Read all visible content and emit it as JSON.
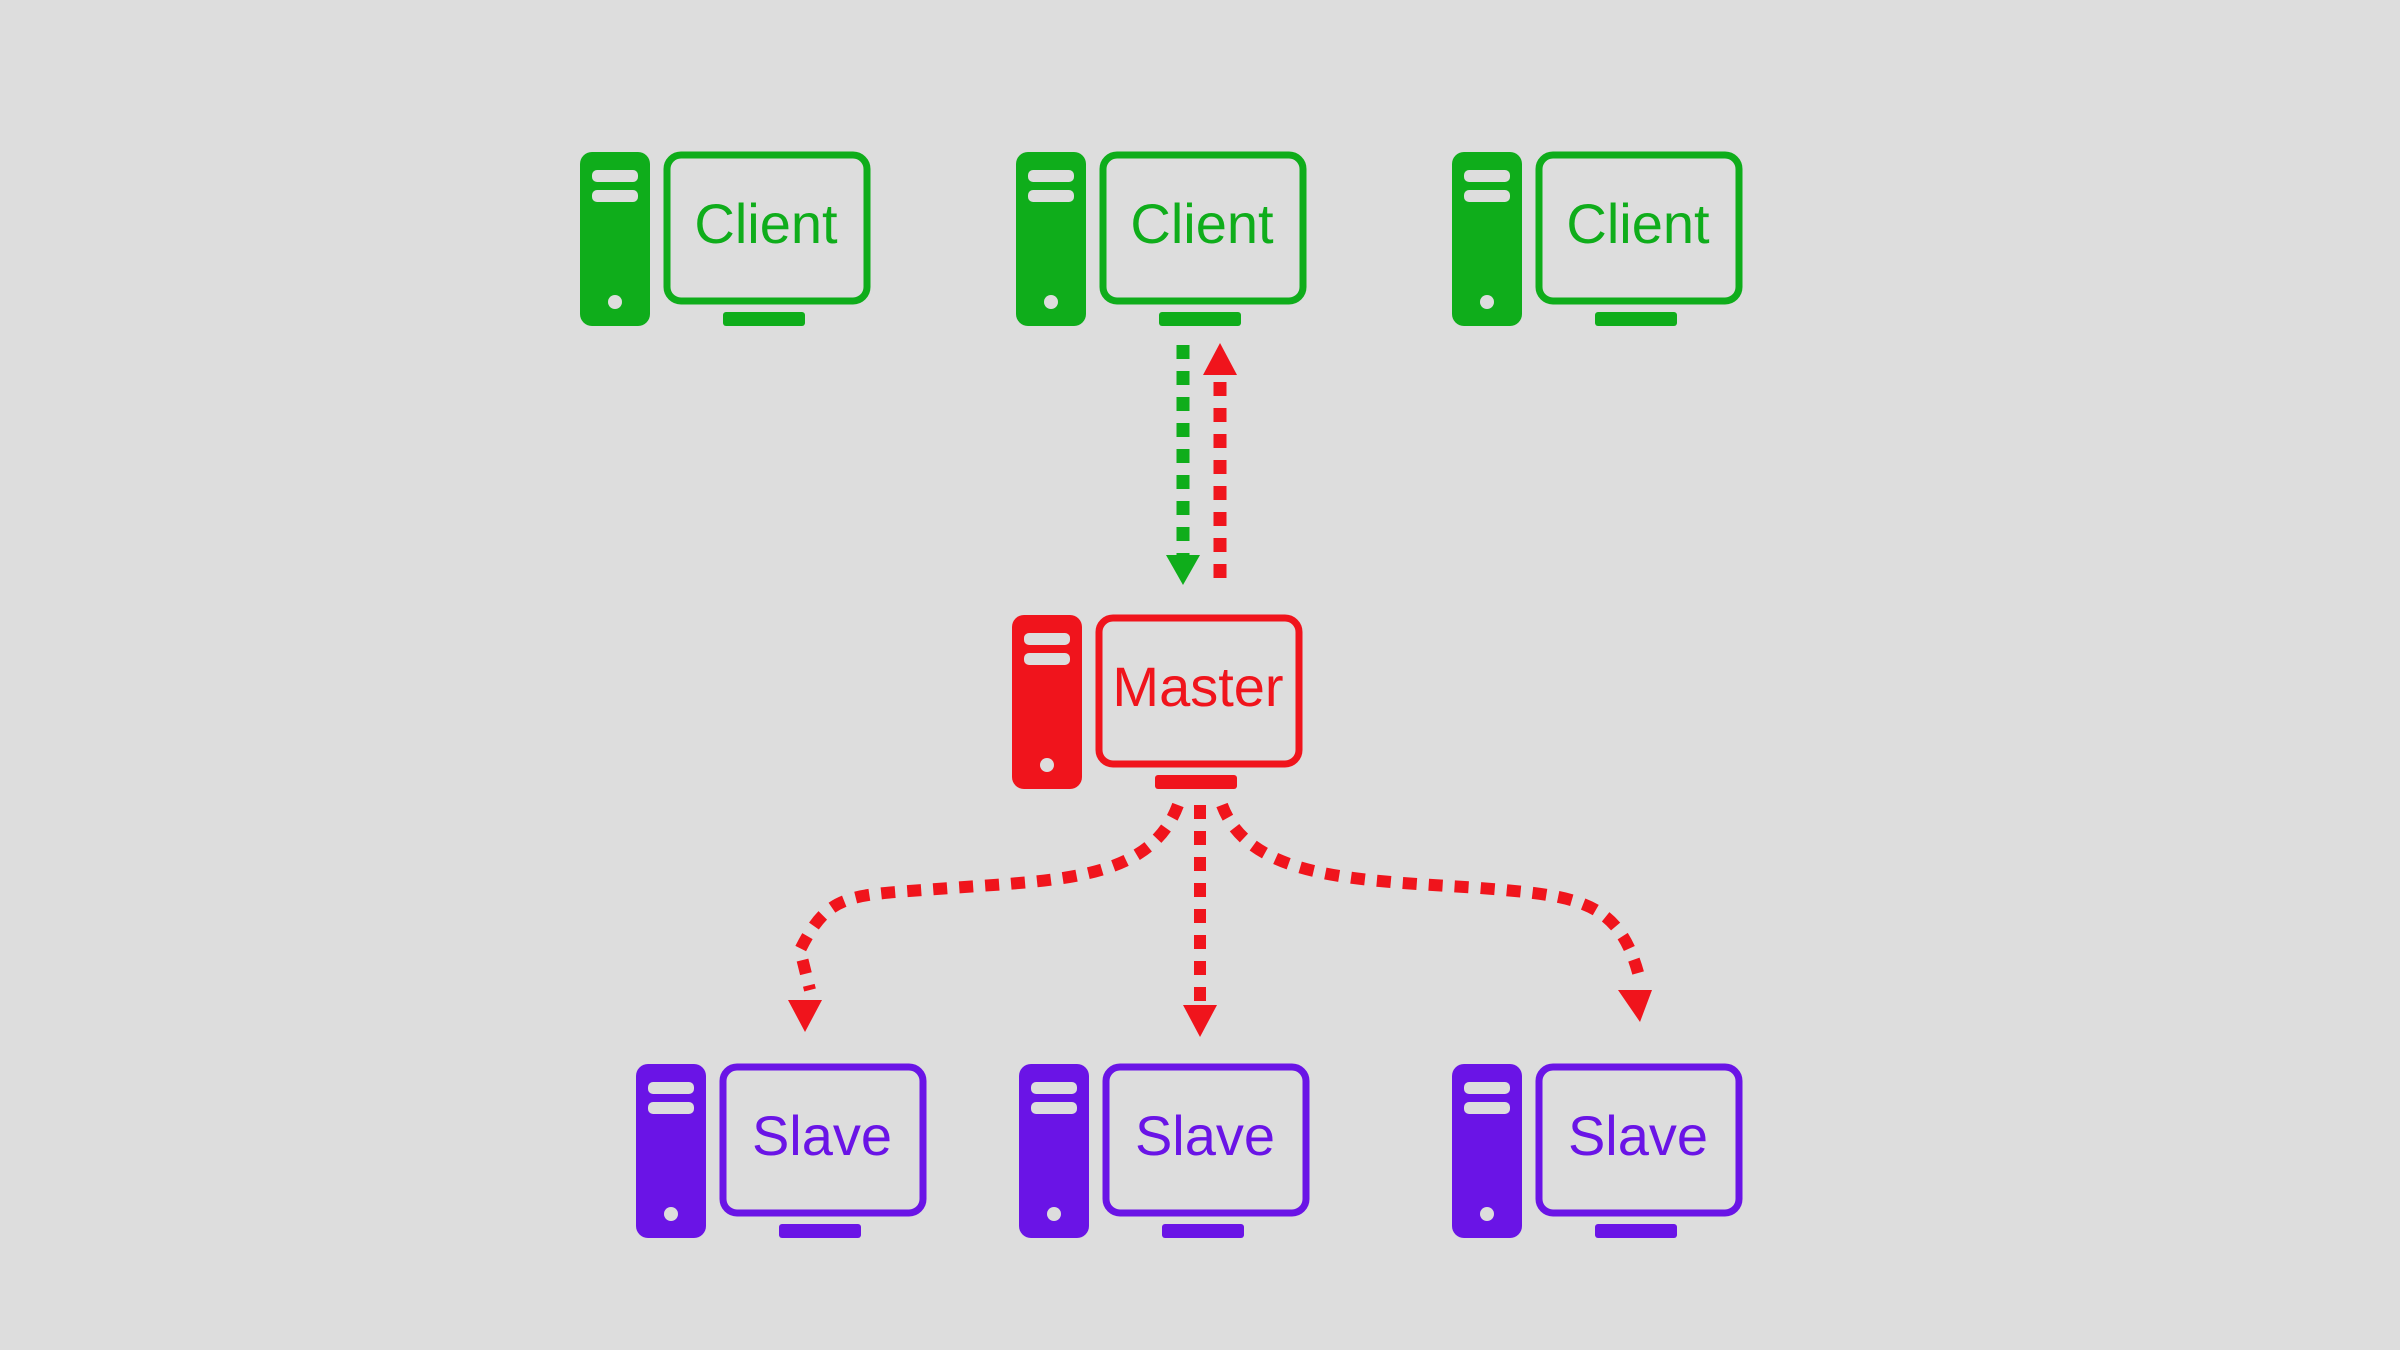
{
  "colors": {
    "background": "#dddddd",
    "client": "#0fad1b",
    "master": "#f0141c",
    "slave": "#6a14e6",
    "divider": "#dddddd"
  },
  "icons": {
    "computer": "desktop-computer-icon",
    "arrow": "dotted-arrow"
  },
  "nodes": {
    "clients": [
      {
        "label": "Client"
      },
      {
        "label": "Client"
      },
      {
        "label": "Client"
      }
    ],
    "master": {
      "label": "Master"
    },
    "slaves": [
      {
        "label": "Slave"
      },
      {
        "label": "Slave"
      },
      {
        "label": "Slave"
      }
    ]
  },
  "edges": [
    {
      "from": "client-2",
      "to": "master",
      "color": "client"
    },
    {
      "from": "master",
      "to": "client-2",
      "color": "master"
    },
    {
      "from": "master",
      "to": "slave-1",
      "color": "master"
    },
    {
      "from": "master",
      "to": "slave-2",
      "color": "master"
    },
    {
      "from": "master",
      "to": "slave-3",
      "color": "master"
    }
  ]
}
